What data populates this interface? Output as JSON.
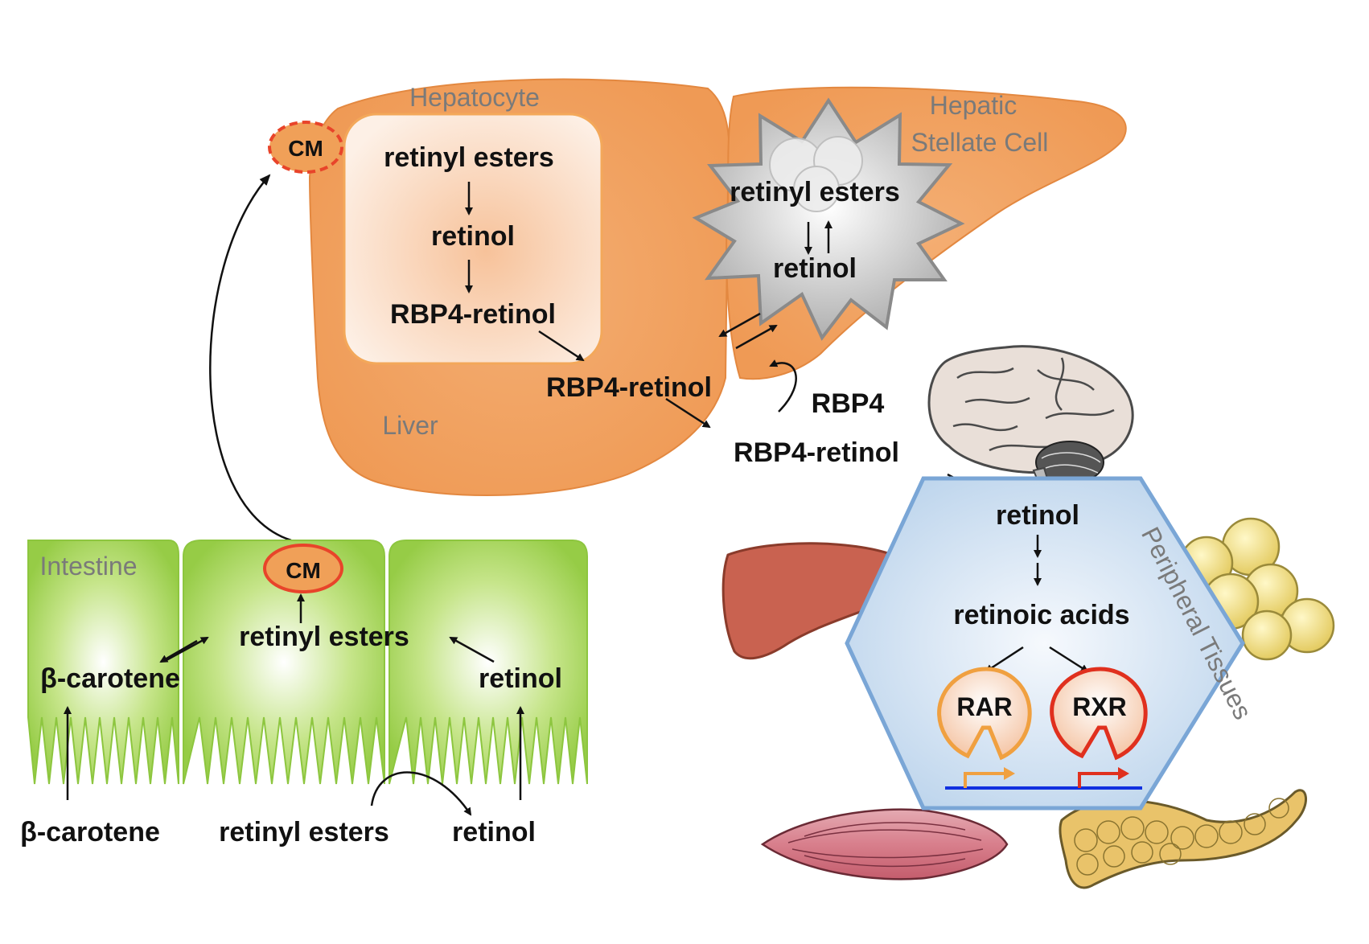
{
  "liver": {
    "region_label": "Liver",
    "hepatocyte_label": "Hepatocyte",
    "stellate_label_line1": "Hepatic",
    "stellate_label_line2": "Stellate Cell",
    "hepatocyte_esters": "retinyl esters",
    "hepatocyte_retinol": "retinol",
    "hepatocyte_rbp4_retinol": "RBP4-retinol",
    "stellate_esters": "retinyl esters",
    "stellate_retinol": "retinol",
    "liver_rbp4_retinol": "RBP4-retinol",
    "cm_label": "CM"
  },
  "circulation": {
    "rbp4": "RBP4",
    "rbp4_retinol": "RBP4-retinol"
  },
  "intestine": {
    "region_label": "Intestine",
    "cm_label": "CM",
    "esters": "retinyl esters",
    "beta_carotene": "β-carotene",
    "retinol": "retinol",
    "lumen_beta_carotene": "β-carotene",
    "lumen_esters": "retinyl esters",
    "lumen_retinol": "retinol"
  },
  "peripheral": {
    "region_label": "Peripheral Tissues",
    "retinol": "retinol",
    "retinoic_acids": "retinoic acids",
    "rar": "RAR",
    "rxr": "RXR"
  },
  "colors": {
    "liver": "#f2a15f",
    "intestine": "#9acd4a",
    "hexagon": "#c9dcef",
    "cm_border": "#e8442a",
    "rar_border": "#f0a040",
    "rxr_border": "#e0301e",
    "dna_line": "#1030e0"
  }
}
